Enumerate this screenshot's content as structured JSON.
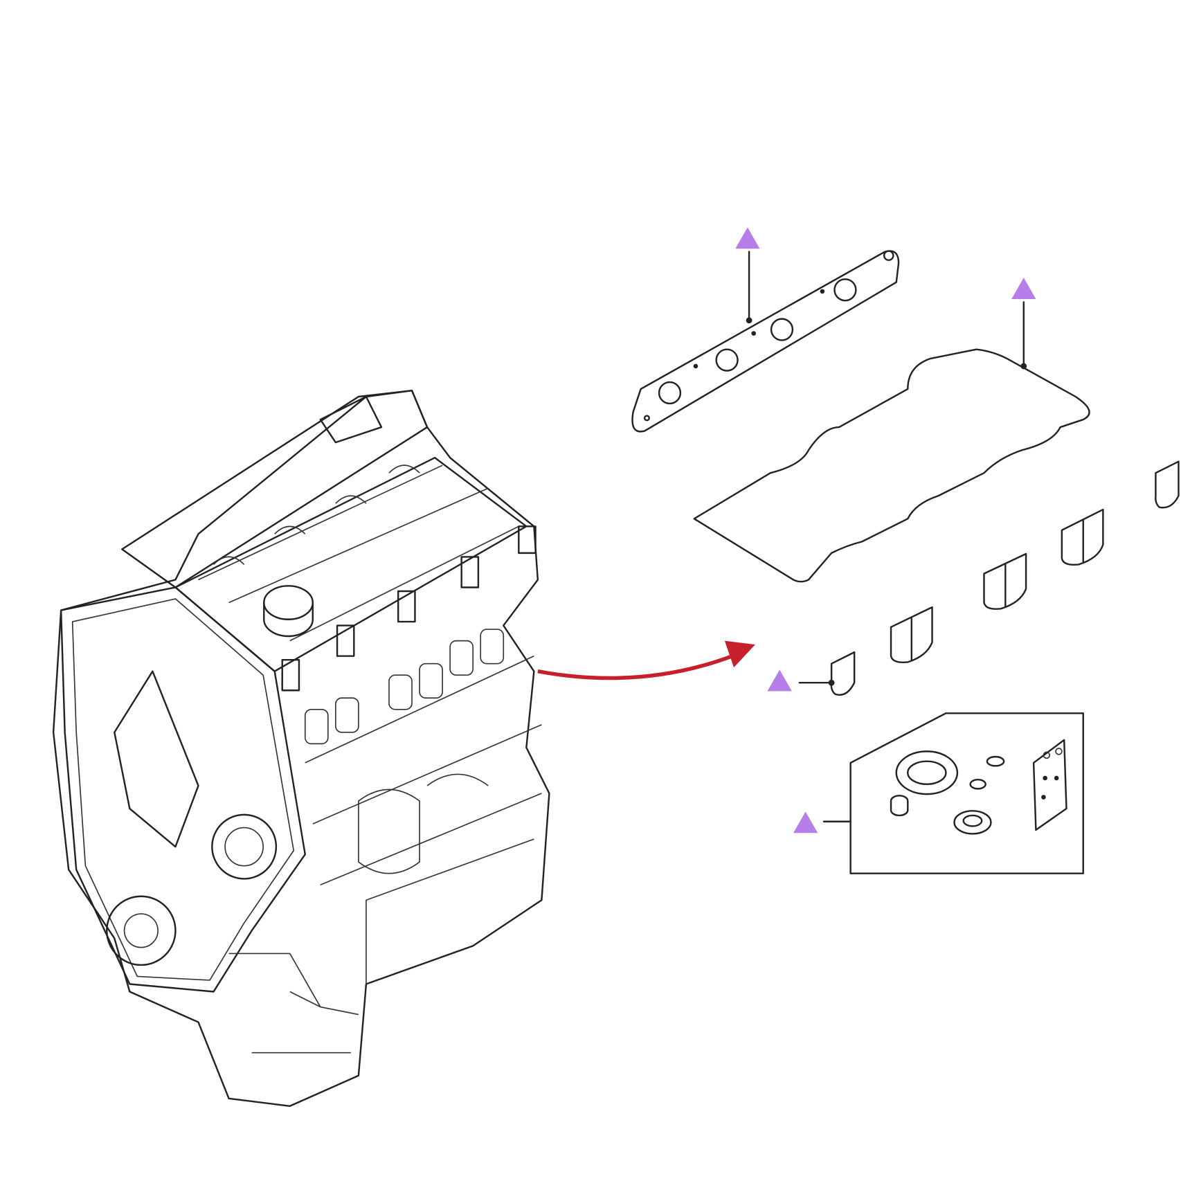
{
  "diagram": {
    "title": "",
    "marker_color": "#b57ee8",
    "arrow_color": "#c8202a",
    "line_color": "#222222",
    "markers": [
      {
        "icon": "triangle-marker-icon",
        "part": "exhaust-manifold-gasket"
      },
      {
        "icon": "triangle-marker-icon",
        "part": "valve-cover-gasket"
      },
      {
        "icon": "triangle-marker-icon",
        "part": "intake-port-gaskets"
      },
      {
        "icon": "triangle-marker-icon",
        "part": "gasket-kit"
      }
    ]
  }
}
